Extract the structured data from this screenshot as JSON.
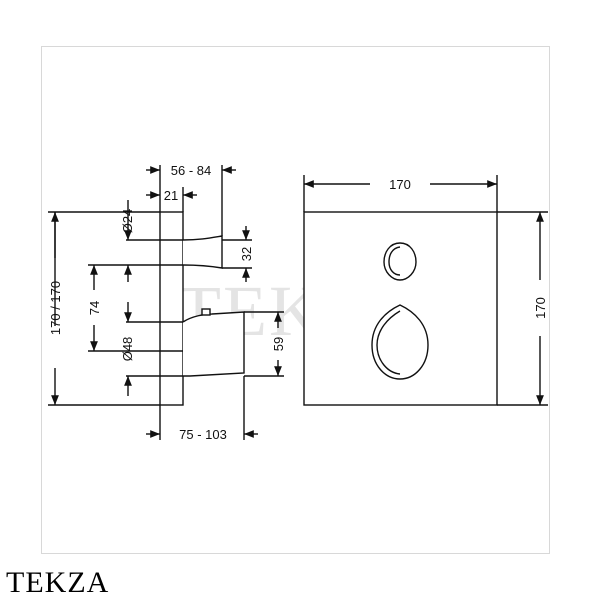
{
  "dimensions": {
    "side_depth_range": "56 - 84",
    "side_offset": "21",
    "diameter_top": "Ø24",
    "height_total": "170 / 170",
    "spacing": "74",
    "diameter_bottom": "Ø48",
    "upper_height": "32",
    "lower_height": "59",
    "bottom_range": "75 - 103",
    "front_width": "170",
    "front_height": "170"
  },
  "watermark": "TEKZA",
  "brand": "TEKZA",
  "colors": {
    "line": "#111111",
    "frame": "#d8d8d8",
    "watermark": "#cfcfcf"
  }
}
